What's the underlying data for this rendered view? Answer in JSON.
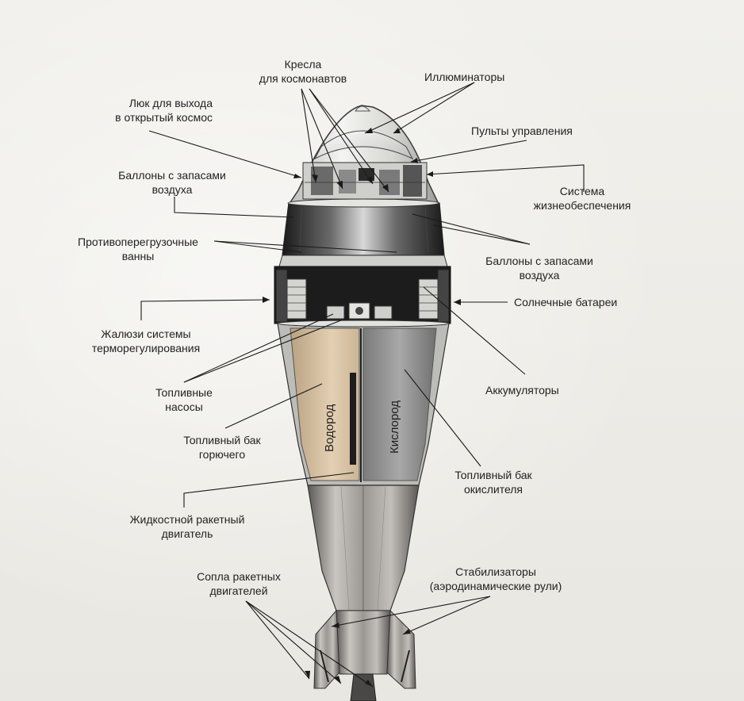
{
  "labels": {
    "seats_1": "Кресла",
    "seats_2": "для космонавтов",
    "portholes": "Иллюминаторы",
    "hatch_1": "Люк для выхода",
    "hatch_2": "в открытый космос",
    "control_panels": "Пульты управления",
    "air_tanks_left_1": "Баллоны с запасами",
    "air_tanks_left_2": "воздуха",
    "life_support_1": "Система",
    "life_support_2": "жизнеобеспечения",
    "anti_g_1": "Противоперегрузочные",
    "anti_g_2": "ванны",
    "air_tanks_right_1": "Баллоны с запасами",
    "air_tanks_right_2": "воздуха",
    "solar": "Солнечные батареи",
    "louvers_1": "Жалюзи системы",
    "louvers_2": "терморегулирования",
    "batteries": "Аккумуляторы",
    "fuel_pumps_1": "Топливные",
    "fuel_pumps_2": "насосы",
    "fuel_tank_1": "Топливный бак",
    "fuel_tank_2": "горючего",
    "oxidizer_tank_1": "Топливный бак",
    "oxidizer_tank_2": "окислителя",
    "engine_1": "Жидкостной ракетный",
    "engine_2": "двигатель",
    "nozzles_1": "Сопла ракетных",
    "nozzles_2": "двигателей",
    "stabilizers_1": "Стабилизаторы",
    "stabilizers_2": "(аэродинамические рули)"
  },
  "tanks": {
    "hydrogen": "Водород",
    "oxygen": "Кислород"
  },
  "colors": {
    "background": "#efeeea",
    "text": "#222222",
    "leader_line": "#1a1a1a",
    "hull_dark": "#1b1b1b",
    "metal_light": "#d9d9d6",
    "hydrogen_tank": "#d8c2a2",
    "oxygen_tank": "#8f8f8f"
  }
}
